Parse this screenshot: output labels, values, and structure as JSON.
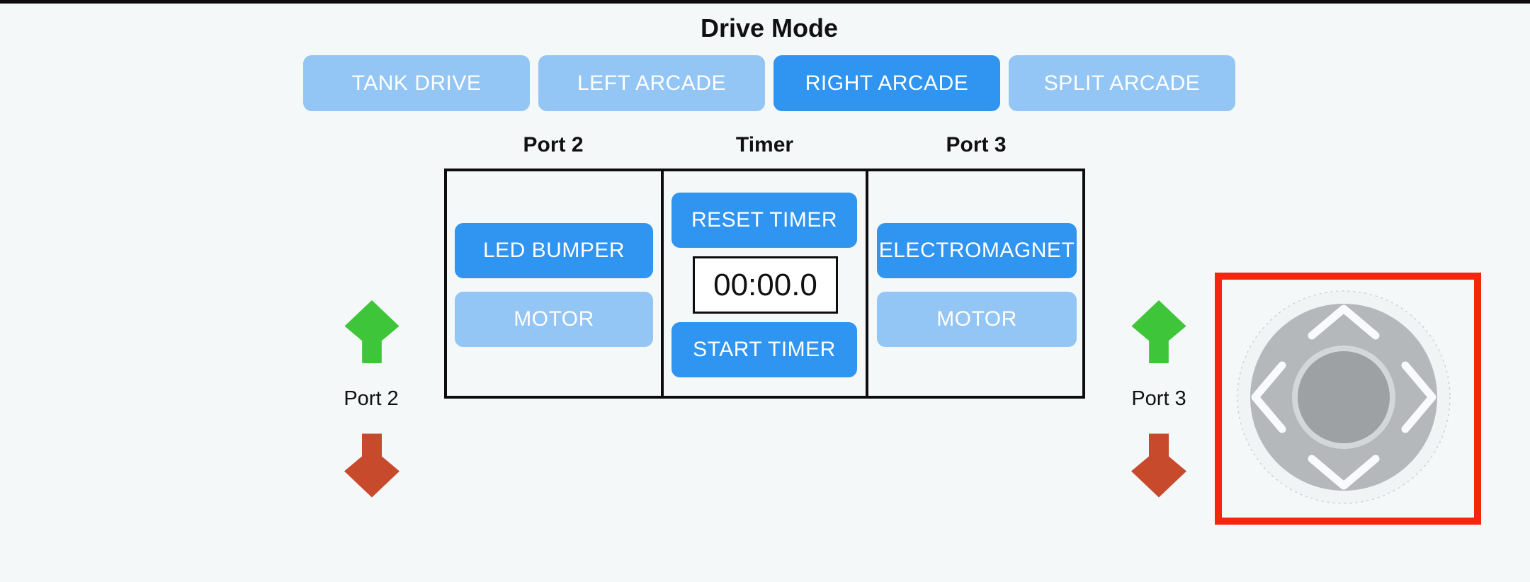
{
  "drive": {
    "title": "Drive Mode",
    "buttons": [
      {
        "label": "TANK DRIVE",
        "active": false
      },
      {
        "label": "LEFT ARCADE",
        "active": false
      },
      {
        "label": "RIGHT ARCADE",
        "active": true
      },
      {
        "label": "SPLIT ARCADE",
        "active": false
      }
    ]
  },
  "panel": {
    "columns": [
      {
        "header": "Port 2",
        "buttons": [
          {
            "label": "LED BUMPER",
            "active": true
          },
          {
            "label": "MOTOR",
            "active": false
          }
        ]
      },
      {
        "header": "Timer",
        "reset_label": "RESET TIMER",
        "display_value": "00:00.0",
        "start_label": "START TIMER"
      },
      {
        "header": "Port 3",
        "buttons": [
          {
            "label": "ELECTROMAGNET",
            "active": true
          },
          {
            "label": "MOTOR",
            "active": false
          }
        ]
      }
    ]
  },
  "port_controls": [
    {
      "label": "Port 2",
      "up_icon": "green-up-arrow",
      "down_icon": "red-down-arrow"
    },
    {
      "label": "Port 3",
      "up_icon": "green-up-arrow",
      "down_icon": "red-down-arrow"
    }
  ],
  "joystick": {
    "name": "directional-joystick",
    "directions": [
      "up",
      "left",
      "right",
      "down"
    ],
    "highlight_border_color": "#f3270e"
  },
  "colors": {
    "background": "#f5f8f9",
    "top_bar": "#0d0d0d",
    "button_active_blue": "#3094f1",
    "button_inactive_blue": "#93c5f5",
    "arrow_green": "#3fc53a",
    "arrow_red": "#c84a2c",
    "joystick_pad_gray": "#b5b8ba",
    "joystick_knob_gray": "#9da1a3",
    "joystick_ring_gray": "#d4d7d8",
    "text_black": "#111111"
  }
}
